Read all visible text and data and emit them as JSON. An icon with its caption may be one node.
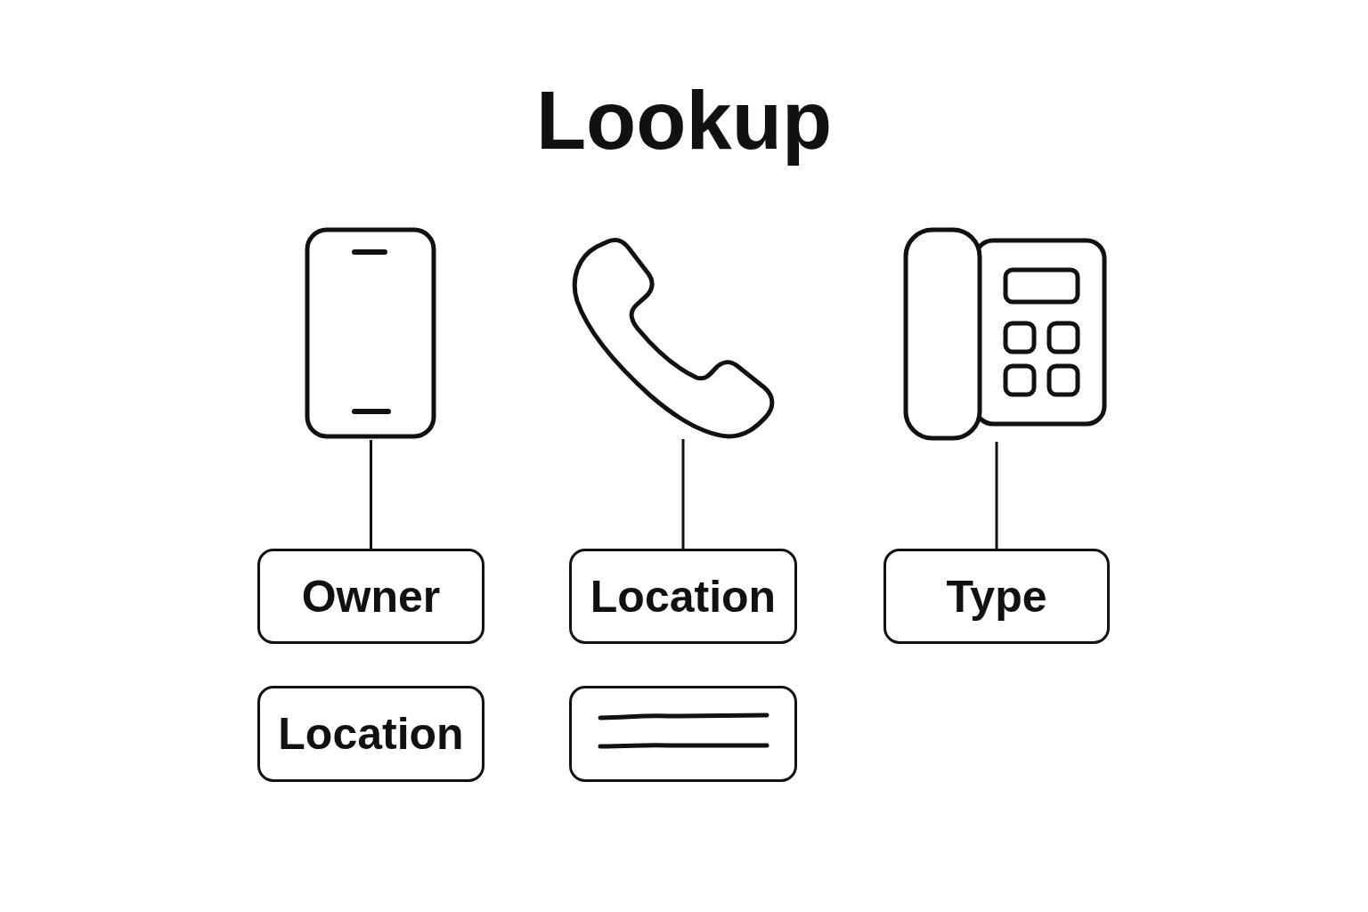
{
  "diagram": {
    "title": "Lookup",
    "nodes": [
      {
        "text": [],
        "shape": "picture"
      },
      {
        "text": [],
        "shape": "picture"
      },
      {
        "text": [],
        "shape": "picture"
      },
      {
        "text": [
          "Owner"
        ]
      },
      {
        "text": [
          "Location"
        ]
      },
      {
        "text": [
          "Type"
        ]
      },
      {
        "text": [
          "Location"
        ]
      },
      {
        "text": [],
        "shape": "box"
      }
    ],
    "edges": [
      {
        "from": 0,
        "to": 3,
        "arrow": "none"
      },
      {
        "from": 1,
        "to": 4,
        "arrow": "none"
      },
      {
        "from": 2,
        "to": 5,
        "arrow": "none"
      }
    ]
  }
}
